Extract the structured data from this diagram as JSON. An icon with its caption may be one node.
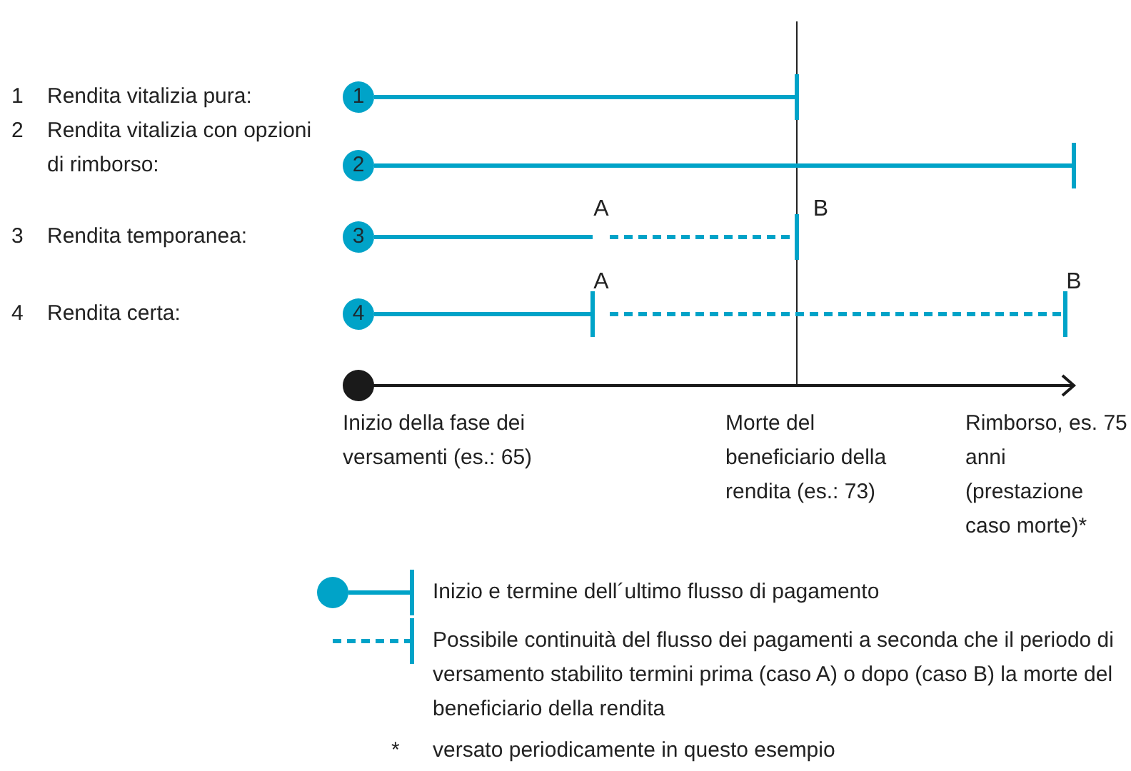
{
  "diagram": {
    "nodes": [
      {
        "text": [
          "1"
        ]
      },
      {
        "text": [
          "2"
        ]
      },
      {
        "text": [
          "3"
        ]
      },
      {
        "text": [
          "4"
        ]
      },
      {
        "text": [
          "A"
        ]
      },
      {
        "text": [
          "B"
        ]
      },
      {
        "text": [
          "A"
        ]
      },
      {
        "text": [
          "B"
        ]
      }
    ],
    "edges": [
      {
        "from": 0,
        "to": null,
        "arrow": "other"
      },
      {
        "from": 1,
        "to": null,
        "arrow": "other"
      },
      {
        "from": 2,
        "to": 4,
        "arrow": "none"
      },
      {
        "from": 4,
        "to": 5,
        "arrow": "other",
        "style": "dashed"
      },
      {
        "from": 3,
        "to": 6,
        "arrow": "other"
      },
      {
        "from": 6,
        "to": 7,
        "arrow": "other",
        "style": "dashed"
      }
    ],
    "labels": [
      "1",
      "Rendita vitalizia pura:",
      "2",
      "Rendita vitalizia con opzioni di rimborso:",
      "3",
      "Rendita temporanea:",
      "4",
      "Rendita certa:",
      "Inizio della fase dei versamenti (es.: 65)",
      "Morte del beneficiario della rendita (es.: 73)",
      "Rimborso, es. 75 anni (prestazione caso morte)*",
      "*",
      "versato periodicamente in questo esempio"
    ],
    "legend": [
      {
        "text": "Inizio e termine dell´ultimo flusso di pagamento"
      },
      {
        "text": "Possibile continuità del flusso dei pagamenti a seconda che il periodo di versamento stabilito termini prima (caso A) o dopo (caso B) la morte del beneficiario della rendita"
      }
    ]
  }
}
